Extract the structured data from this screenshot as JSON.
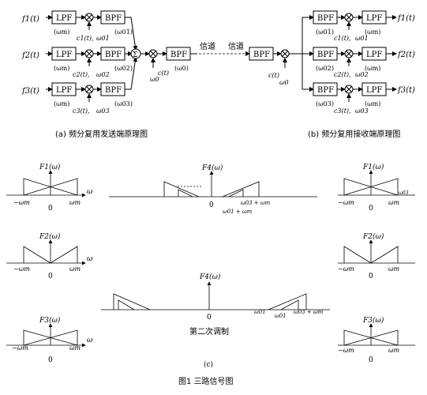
{
  "tx": {
    "input_labels": [
      "f1(t)",
      "f2(t)",
      "f3(t)"
    ],
    "lpf": "LPF",
    "bpf": "BPF",
    "omega_m": "(ωm)",
    "carriers": [
      "c1(t),",
      "c2(t),",
      "c3(t),"
    ],
    "carrier_freqs": [
      "ω01",
      "ω02",
      "ω03"
    ],
    "bpf_freqs": [
      "(ω01)",
      "(ω02)",
      "(ω03)"
    ],
    "sum": "Σ",
    "second_carrier": "c(t)",
    "second_freq": "ω0",
    "second_bpf_freq": "(ω0)",
    "channel": "信道",
    "caption": "(a) 频分复用发送端原理图"
  },
  "rx": {
    "channel": "信道",
    "bpf": "BPF",
    "lpf": "LPF",
    "carrier": "c(t)",
    "carrier_freq": "ω0",
    "bpf_freqs": [
      "(ω01)",
      "(ω02)",
      "(ω03)"
    ],
    "omega_m": "(ωm)",
    "carriers": [
      "c1(t),",
      "c2(t),",
      "c3(t),"
    ],
    "carrier_freqs": [
      "ω01",
      "ω02",
      "ω03"
    ],
    "outputs": [
      "f1(t)",
      "f2(t)",
      "f3(t)"
    ],
    "caption": "(b) 频分复用接收端原理图"
  },
  "spectra": {
    "left_labels": [
      "F1(ω)",
      "F2(ω)",
      "F3(ω)"
    ],
    "right_labels": [
      "F1(ω)",
      "F2(ω)",
      "F3(ω)"
    ],
    "omega": "ω",
    "neg_wm": "−ωm",
    "wm": "ωm",
    "zero": "0",
    "f4_top": "F4(ω)",
    "f4_mid": "F4(ω)",
    "top_zero": "0",
    "top_annot_1": "ω03 + ωm",
    "top_annot_2": "ω01 + ωm",
    "mid_w01": "ω01",
    "mid_w01b": "ω01",
    "mid_annot": "ω03 + ωm",
    "mid_zero": "0",
    "caption_mid": "第二次调制",
    "sub_c": "(c)",
    "right_w03": "ω03",
    "fig_caption": "图1  三路信号图"
  }
}
